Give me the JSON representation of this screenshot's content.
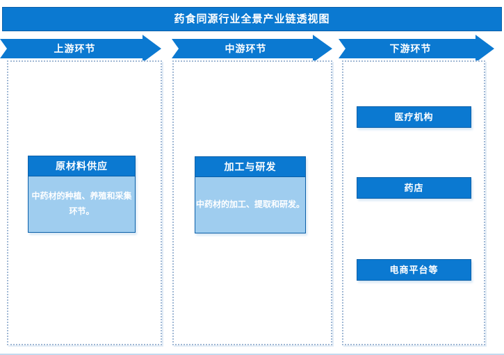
{
  "title": "药食同源行业全景产业链透视图",
  "colors": {
    "accent": "#0b79d1",
    "accent-border": "#0a5fa8",
    "light-blue": "#9fcdef",
    "dash": "#9fb7d4",
    "page-edge": "#c2d9ee",
    "shadow": "#d9e8f5"
  },
  "stages": [
    {
      "arrow_label": "上游环节",
      "box": {
        "header": "原材料供应",
        "body": "中药材的种植、养殖和采集环节。"
      }
    },
    {
      "arrow_label": "中游环节",
      "box": {
        "header": "加工与研发",
        "body": "中药材的加工、提取和研发。"
      }
    },
    {
      "arrow_label": "下游环节",
      "items": [
        "医疗机构",
        "药店",
        "电商平台等"
      ]
    }
  ]
}
